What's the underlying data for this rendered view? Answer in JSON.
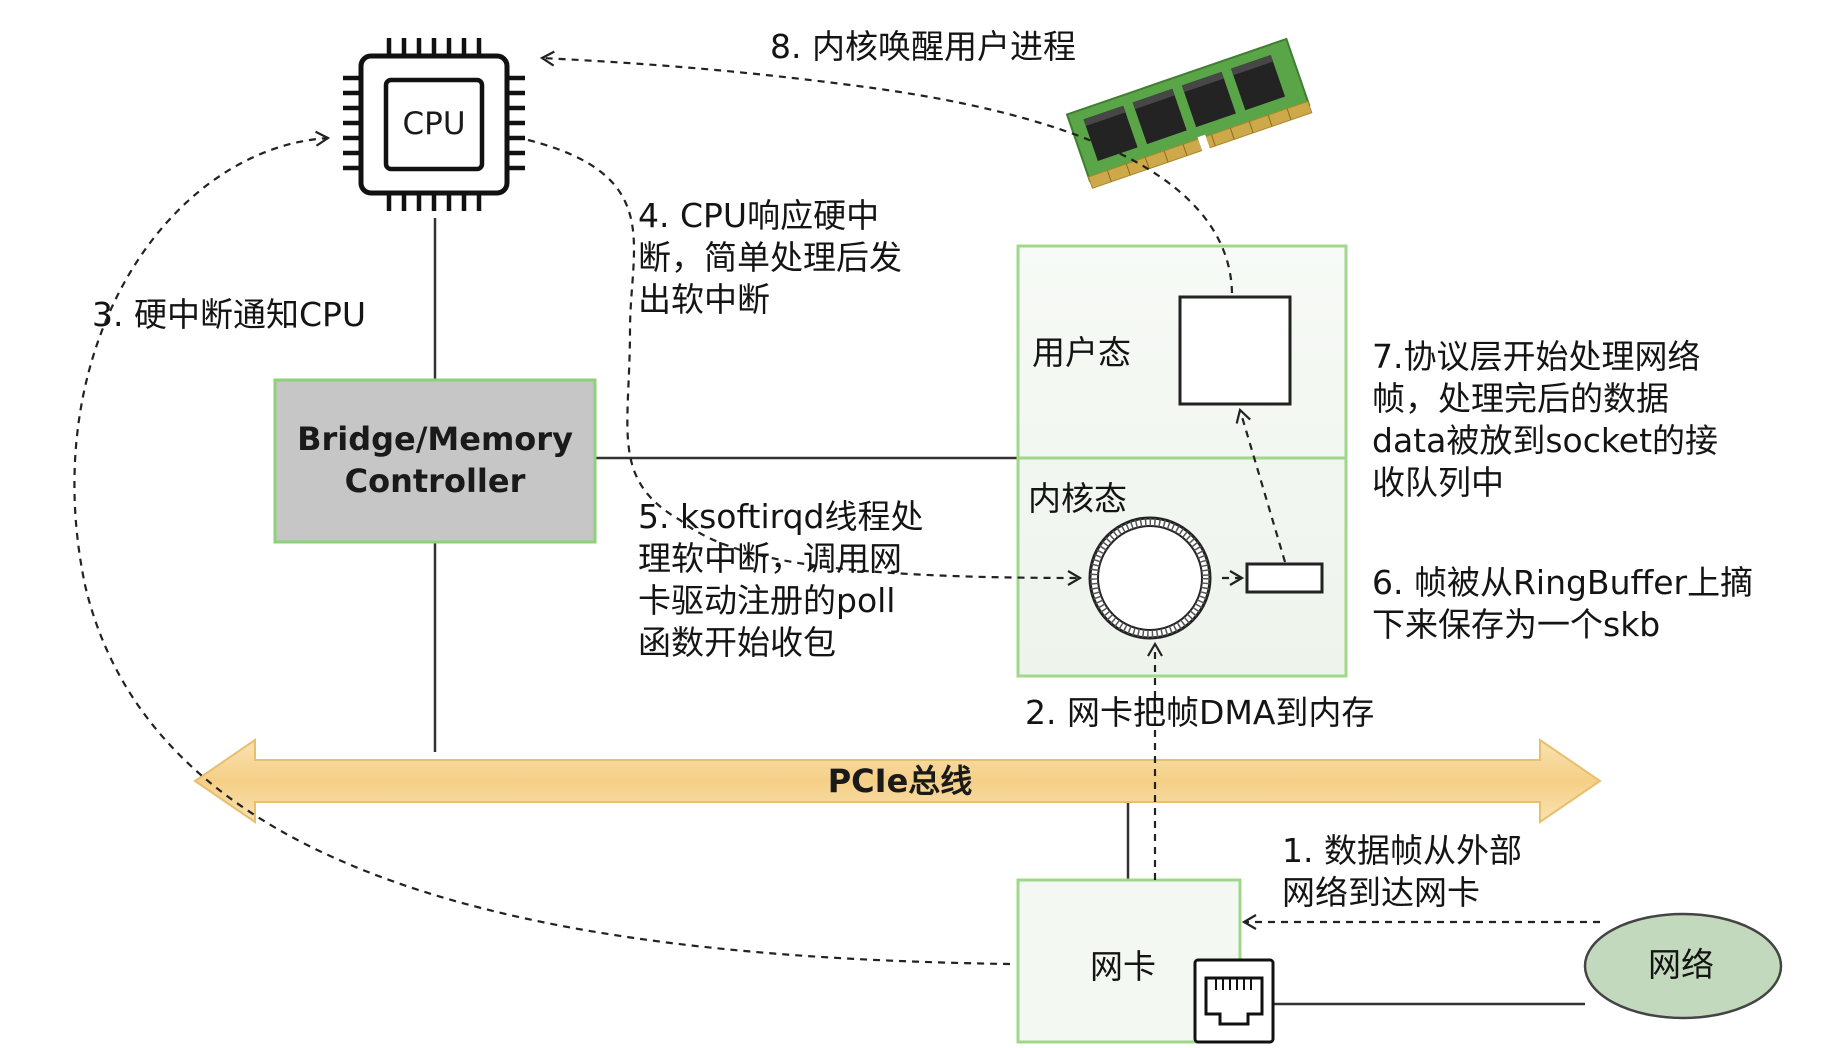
{
  "diagram": {
    "cpu_label": "CPU",
    "bridge_label": "Bridge/Memory\nController",
    "pcie_label": "PCIe总线",
    "user_space_label": "用户态",
    "kernel_space_label": "内核态",
    "nic_label": "网卡",
    "network_label": "网络",
    "steps": {
      "step1": "1. 数据帧从外部\n网络到达网卡",
      "step2": "2. 网卡把帧DMA到内存",
      "step3": "3. 硬中断通知CPU",
      "step4": "4. CPU响应硬中\n断，简单处理后发\n出软中断",
      "step5": "5. ksoftirqd线程处\n理软中断，调用网\n卡驱动注册的poll\n函数开始收包",
      "step6": "6. 帧被从RingBuffer上摘\n下来保存为一个skb",
      "step7": "7.协议层开始处理网络\n帧，处理完后的数据\ndata被放到socket的接\n收队列中",
      "step8": "8. 内核唤醒用户进程"
    },
    "colors": {
      "pcie_fill": "#f5d28f",
      "green_border": "#9fd88a",
      "bridge_fill": "#c6c6c6",
      "network_fill": "#c3d9bd",
      "memory_green": "#4f9a3f"
    }
  }
}
